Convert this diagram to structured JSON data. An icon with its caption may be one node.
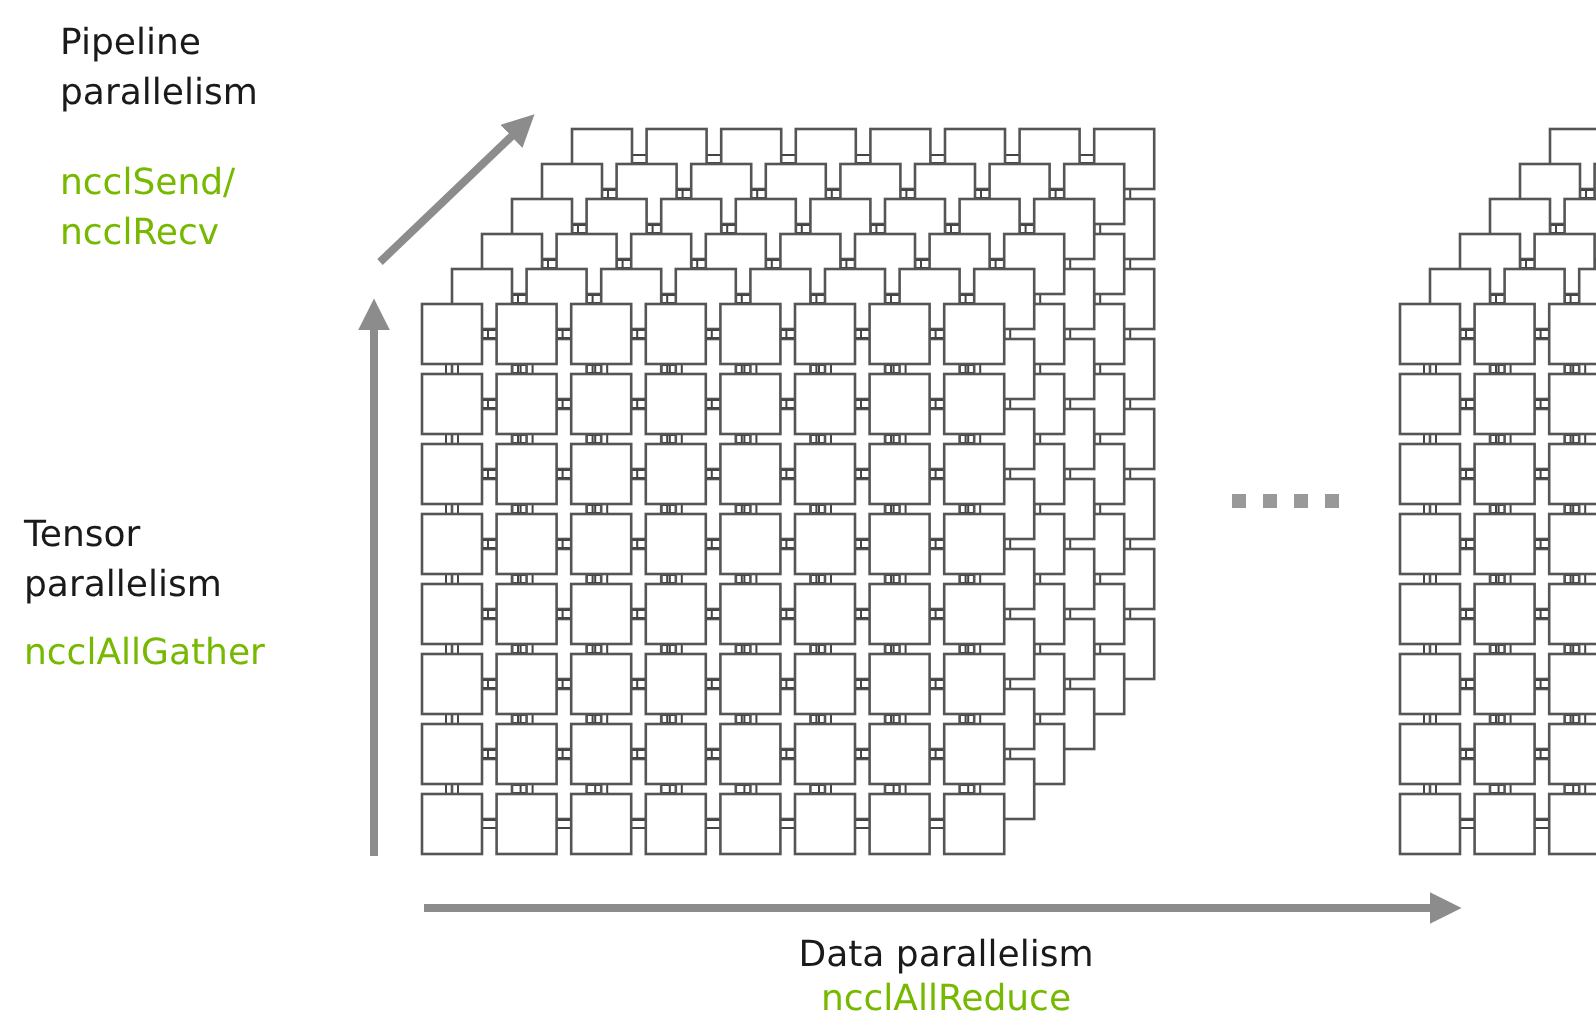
{
  "diagram": {
    "labels": [
      "Pipeline parallelism",
      "ncclSend/ ncclRecv",
      "Tensor parallelism",
      "ncclAllGather",
      "Data parallelism",
      "ncclAllReduce"
    ]
  }
}
